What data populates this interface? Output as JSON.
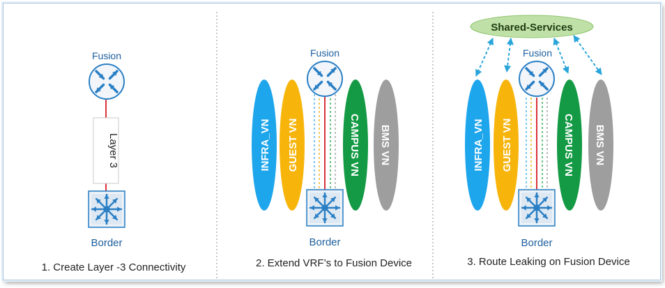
{
  "panels": [
    {
      "caption": "1. Create Layer -3 Connectivity",
      "top_device": "Fusion",
      "bottom_device": "Border",
      "link_label": "Layer 3"
    },
    {
      "caption": "2. Extend VRF’s to Fusion Device",
      "top_device": "Fusion",
      "bottom_device": "Border",
      "vns": [
        "INFRA_VN",
        "GUEST VN",
        "CAMPUS VN",
        "BMS VN"
      ]
    },
    {
      "caption": "3. Route Leaking on Fusion Device",
      "top_device": "Fusion",
      "bottom_device": "Border",
      "vns": [
        "INFRA_VN",
        "GUEST VN",
        "CAMPUS VN",
        "BMS VN"
      ],
      "shared": "Shared-Services"
    }
  ],
  "colors": {
    "device_blue": "#2a7fc4",
    "fusion_fill": "#f2f6fb",
    "border_fill": "#dde8f3",
    "link_red": "#d8323a",
    "vn_infra": "#1ea6ec",
    "vn_guest": "#f7b50c",
    "vn_campus": "#149a44",
    "vn_bms": "#9e9e9e",
    "shared_green": "#bfe1a8",
    "leak_arrow": "#2aa5da",
    "divider": "#b5b5b5"
  },
  "icons": {
    "fusion": "router-icon",
    "border": "switch-icon",
    "leak": "double-arrow-icon"
  }
}
